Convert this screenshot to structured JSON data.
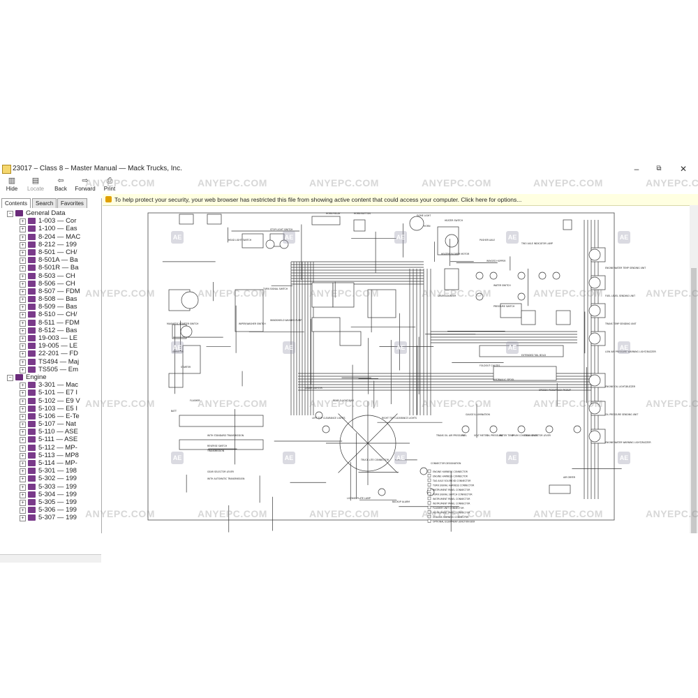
{
  "window": {
    "title": "23017 – Class 8 – Master Manual — Mack Trucks, Inc.",
    "minimize": "–",
    "maximize": "⧉",
    "close": "✕"
  },
  "toolbar": [
    {
      "label": "Hide",
      "icon": "hide-icon",
      "glyph": "▥",
      "disabled": false
    },
    {
      "label": "Locate",
      "icon": "locate-icon",
      "glyph": "▤",
      "disabled": true
    },
    {
      "label": "Back",
      "icon": "back-arrow-icon",
      "glyph": "⇦",
      "disabled": false
    },
    {
      "label": "Forward",
      "icon": "forward-arrow-icon",
      "glyph": "⇨",
      "disabled": false
    },
    {
      "label": "Print",
      "icon": "print-icon",
      "glyph": "⎙",
      "disabled": false
    }
  ],
  "infobar": {
    "message": "To help protect your security, your web browser has restricted this file from showing active content that could access your computer. Click here for options..."
  },
  "nav": {
    "tabs": [
      "Contents",
      "Search",
      "Favorites"
    ],
    "active_tab": "Contents",
    "tree": [
      {
        "level": 0,
        "label": "General Data",
        "expanded": true
      },
      {
        "level": 1,
        "label": "1-003 — Cor"
      },
      {
        "level": 1,
        "label": "1-100 — Eas"
      },
      {
        "level": 1,
        "label": "8-204 — MAC"
      },
      {
        "level": 1,
        "label": "8-212 — 199"
      },
      {
        "level": 1,
        "label": "8-501 — CH/"
      },
      {
        "level": 1,
        "label": "8-501A — Ba"
      },
      {
        "level": 1,
        "label": "8-501R — Ba"
      },
      {
        "level": 1,
        "label": "8-503 — CH"
      },
      {
        "level": 1,
        "label": "8-506 — CH"
      },
      {
        "level": 1,
        "label": "8-507 — FDM"
      },
      {
        "level": 1,
        "label": "8-508 — Bas"
      },
      {
        "level": 1,
        "label": "8-509 — Bas"
      },
      {
        "level": 1,
        "label": "8-510 — CH/"
      },
      {
        "level": 1,
        "label": "8-511 — FDM"
      },
      {
        "level": 1,
        "label": "8-512 — Bas"
      },
      {
        "level": 1,
        "label": "19-003 — LE"
      },
      {
        "level": 1,
        "label": "19-005 — LE"
      },
      {
        "level": 1,
        "label": "22-201 — FD"
      },
      {
        "level": 1,
        "label": "TS494 — Maj"
      },
      {
        "level": 1,
        "label": "TS505 — Em"
      },
      {
        "level": 0,
        "label": "Engine",
        "expanded": true
      },
      {
        "level": 1,
        "label": "3-301 — Mac"
      },
      {
        "level": 1,
        "label": "5-101 — E7 I"
      },
      {
        "level": 1,
        "label": "5-102 — E9 V"
      },
      {
        "level": 1,
        "label": "5-103 — E5 I"
      },
      {
        "level": 1,
        "label": "5-106 — E-Te"
      },
      {
        "level": 1,
        "label": "5-107 — Nat"
      },
      {
        "level": 1,
        "label": "5-110 — ASE"
      },
      {
        "level": 1,
        "label": "5-111 — ASE"
      },
      {
        "level": 1,
        "label": "5-112 — MP-"
      },
      {
        "level": 1,
        "label": "5-113 — MP8"
      },
      {
        "level": 1,
        "label": "5-114 — MP-"
      },
      {
        "level": 1,
        "label": "5-301 — 198"
      },
      {
        "level": 1,
        "label": "5-302 — 199"
      },
      {
        "level": 1,
        "label": "5-303 — 199"
      },
      {
        "level": 1,
        "label": "5-304 — 199"
      },
      {
        "level": 1,
        "label": "5-305 — 199"
      },
      {
        "level": 1,
        "label": "5-306 — 199"
      },
      {
        "level": 1,
        "label": "5-307 — 199"
      }
    ]
  },
  "watermark": {
    "text": "ANYEPC.COM",
    "logo": "AE"
  },
  "diagram": {
    "labels": [
      "HEAD LIGHT SWITCH",
      "STOP LIGHT SWITCH",
      "MAGNETIC STARTER SWITCH",
      "AMMETER",
      "STARTER",
      "TURN SIGNAL SWITCH",
      "LEFT TOP CLEARANCE LIGHTS",
      "RIGHT TOP CLEARANCE LIGHTS",
      "WINDSHIELD WASHER PUMP",
      "WIPER/WASHER SWITCH",
      "REVERSE SWITCH",
      "TRANSMISSION",
      "GEAR SELECTOR LEVER",
      "WITH AUTOMATIC TRANSMISSION",
      "WITH STANDARD TRANSMISSION",
      "HORN RELAY",
      "HORN BUTTON",
      "DOME LIGHT",
      "HEATER SWITCH",
      "HEATER BLOWER MOTOR",
      "DRUM COUNTER",
      "TWO AXLE INDICATOR LAMP",
      "PUSHER AXLE",
      "WINGED HOPPER",
      "PRESSURE SWITCH",
      "WATER SWITCH",
      "FOLDOUT CHUTES",
      "EXTENDED TAIL BOLD",
      "HYDRAULIC SPOOL",
      "GAUGE ILLUMINATION",
      "CONNECTOR DESIGNATION",
      "ENGINE WATER TEMP SENDING UNIT",
      "FUEL LEVEL SENDING UNIT",
      "TRANS TEMP SENDING UNIT",
      "LOW AIR PRESSURE WARNING LIGHT/BUZZER",
      "ENGINE OIL LIGHT/BUZZER",
      "OIL PRESSURE SENDING UNIT",
      "ENGINE WATER WARNING LIGHT/BUZZER",
      "LICENSE PLATE LAMP",
      "BACKUP ALARM",
      "TRUCK LITE CONNECTOR",
      "REAR 3 LIGHT BAR",
      "AIR DRYER",
      "SPEEDO PICKUP",
      "TACH PICKUP",
      "CIGAR LIGHTER",
      "HORN",
      "FLASHER",
      "BATT"
    ],
    "connector_legend": [
      "ENGINE HARNESS CONNECTOR",
      "ENGINE HARNESS CONNECTOR",
      "TAG AXLE SOLENOID CONNECTOR",
      "TURN SIGNAL HARNESS CONNECTOR",
      "INSTRUMENT PANEL CONNECTOR",
      "TURN SIGNAL SWITCH CONNECTOR",
      "INSTRUMENT PANEL CONNECTOR",
      "INSTRUMENT PANEL CONNECTOR",
      "FLASHER UNIT CONNECTOR",
      "INSTRUMENT PANEL CONNECTOR",
      "CHASSIS HARNESS CONNECTOR",
      "OPTIONAL EQUIPMENT JUNCTION BOX"
    ],
    "gauges": [
      "TRANS OIL",
      "AIR PRESSURE",
      "FUEL",
      "VOLT METER",
      "OIL PRESSURE",
      "WATER TEMP",
      "DRUM CONTROL LEVER",
      "GEAR SELECTOR LEVER"
    ]
  }
}
